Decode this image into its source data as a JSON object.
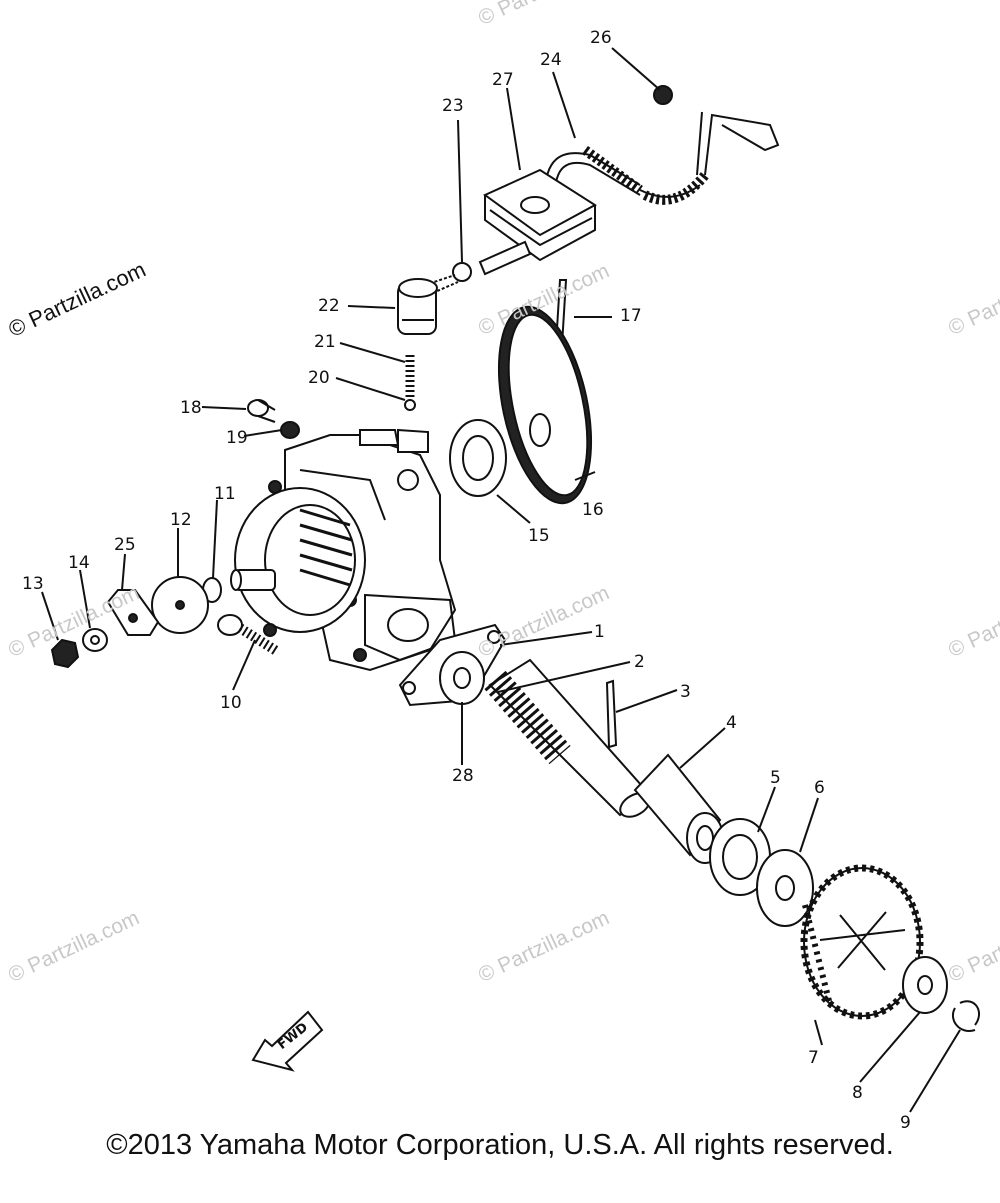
{
  "watermarks": {
    "main": "© Partzilla.com",
    "items": [
      "© Partzilla.com",
      "© Partzilla.com",
      "© Partzilla.com",
      "© Partzilla.com",
      "© Partzilla.com",
      "© Partzilla.com",
      "© Partzilla.com",
      "© Partzilla.com",
      "© Partzilla.com"
    ]
  },
  "callouts": {
    "c1": "1",
    "c2": "2",
    "c3": "3",
    "c4": "4",
    "c5": "5",
    "c6": "6",
    "c7": "7",
    "c8": "8",
    "c9": "9",
    "c10": "10",
    "c11": "11",
    "c12": "12",
    "c13": "13",
    "c14": "14",
    "c15": "15",
    "c16": "16",
    "c17": "17",
    "c18": "18",
    "c19": "19",
    "c20": "20",
    "c21": "21",
    "c22": "22",
    "c23": "23",
    "c24": "24",
    "c25": "25",
    "c26": "26",
    "c27": "27",
    "c28": "28"
  },
  "fwd_label": "FWD",
  "copyright": "©2013 Yamaha Motor Corporation, U.S.A. All rights reserved."
}
